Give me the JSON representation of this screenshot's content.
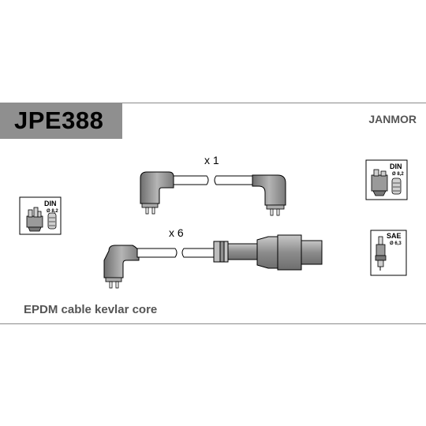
{
  "header": {
    "part_number": "JPE388",
    "brand": "JANMOR"
  },
  "cables": [
    {
      "quantity_label": "x 1"
    },
    {
      "quantity_label": "x 6"
    }
  ],
  "badges": {
    "left_din": {
      "standard": "DIN",
      "diameter": "Ø 8,2"
    },
    "right_din": {
      "standard": "DIN",
      "diameter": "Ø 8,2"
    },
    "right_sae": {
      "standard": "SAE",
      "diameter": "Ø 6,3"
    }
  },
  "footer": {
    "description": "EPDM cable kevlar core"
  }
}
